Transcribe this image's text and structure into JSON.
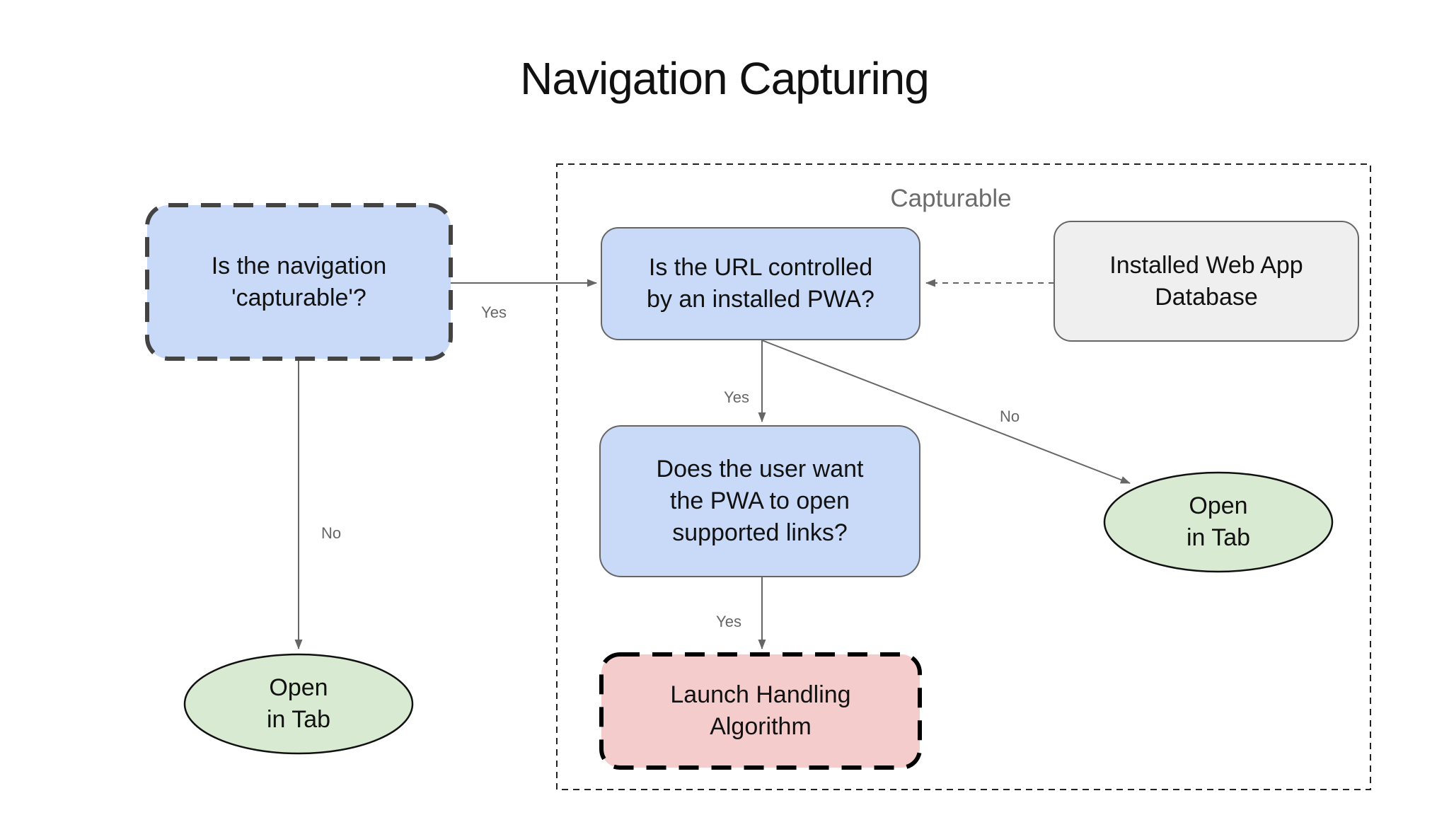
{
  "title": "Navigation Capturing",
  "diagram": {
    "group_label": "Capturable",
    "nodes": {
      "capturable_question": "Is the navigation\n'capturable'?",
      "url_controlled_question": "Is the URL controlled\nby an installed PWA?",
      "installed_db": "Installed Web App\nDatabase",
      "user_want_question": "Does the user want\nthe PWA to open\nsupported links?",
      "launch_handling": "Launch Handling\nAlgorithm",
      "open_in_tab_left": "Open\nin Tab",
      "open_in_tab_right": "Open\nin Tab"
    },
    "edge_labels": {
      "capturable_yes": "Yes",
      "capturable_no": "No",
      "controlled_yes": "Yes",
      "controlled_no": "No",
      "supported_links_yes": "Yes"
    }
  },
  "colors": {
    "node-blue": "#c9daf8",
    "node-green": "#d9ead3",
    "node-gray": "#efefef",
    "node-red": "#f4cccc",
    "stroke-gray": "#666666",
    "stroke-dark": "#434343",
    "label-gray": "#6b6b6b",
    "text-black": "#111111"
  }
}
